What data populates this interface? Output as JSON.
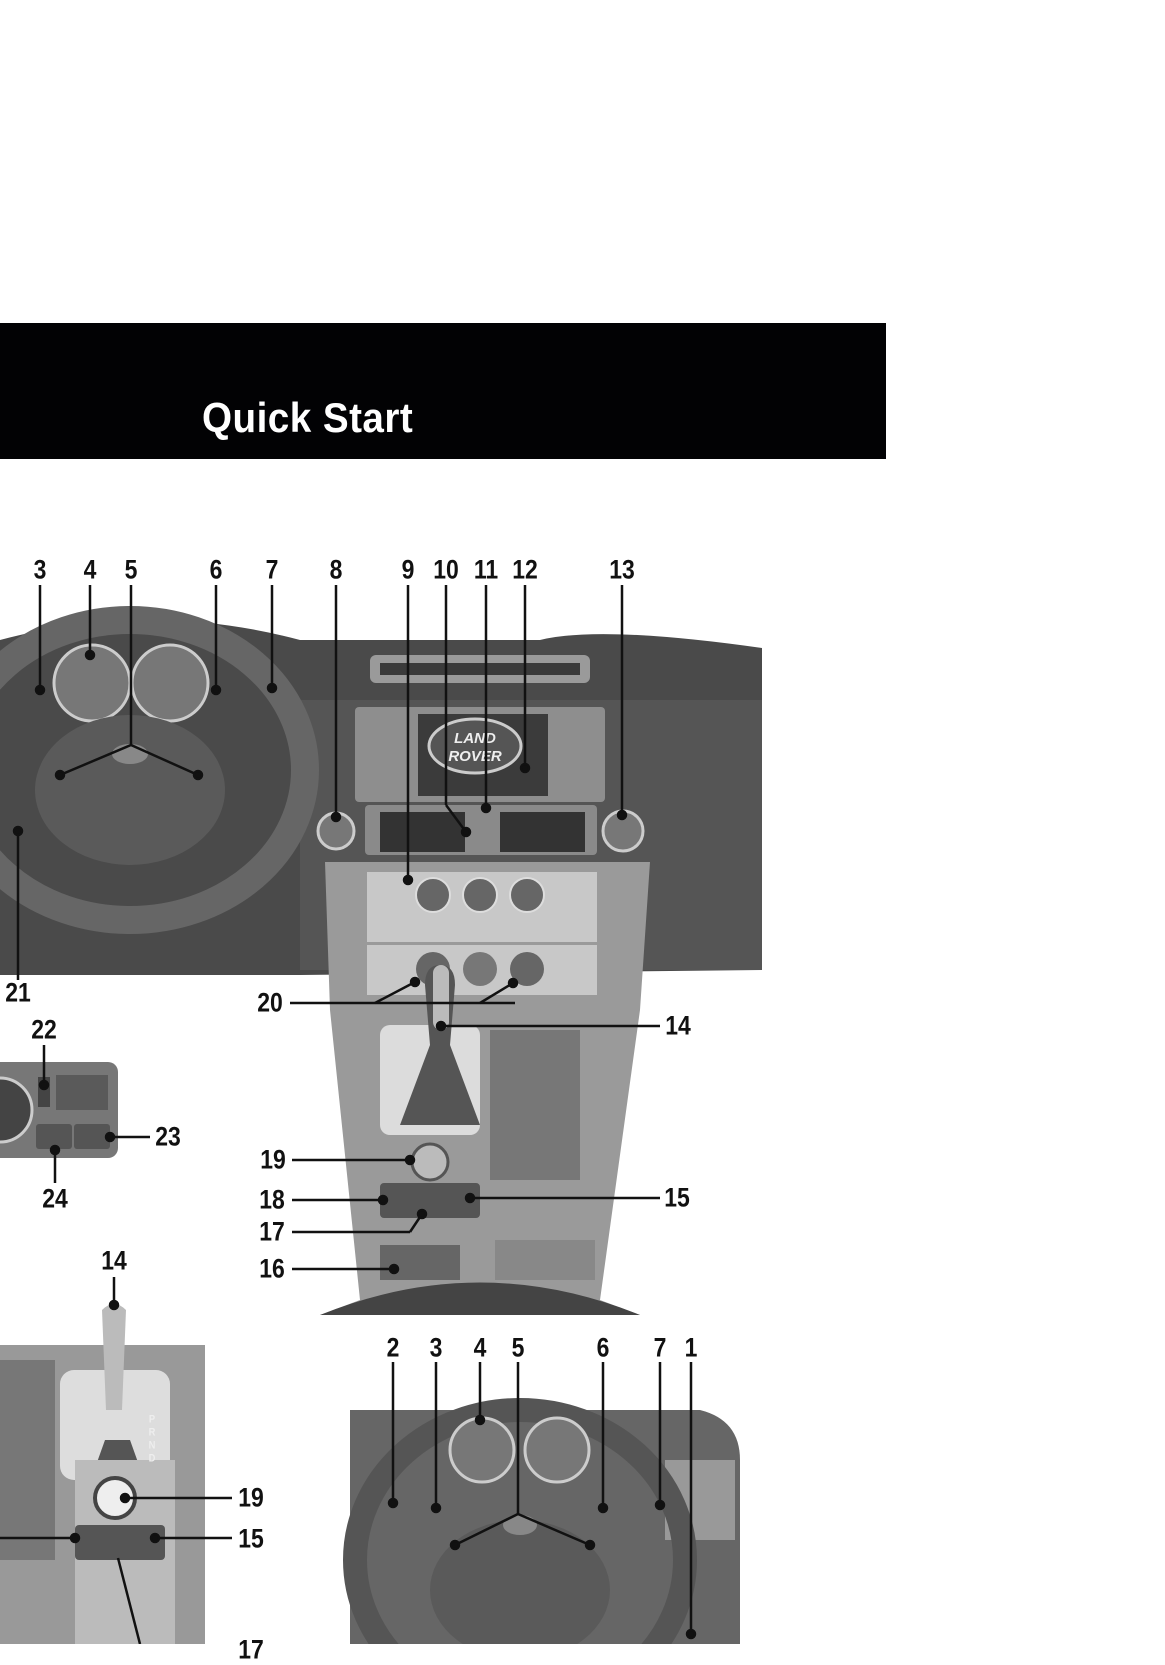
{
  "header": {
    "title": "Quick Start"
  },
  "figure_top": {
    "callouts": {
      "c3": "3",
      "c4": "4",
      "c5": "5",
      "c6": "6",
      "c7": "7",
      "c8": "8",
      "c9": "9",
      "c10": "10",
      "c11": "11",
      "c12": "12",
      "c13": "13",
      "c14": "14",
      "c15": "15",
      "c16": "16",
      "c17": "17",
      "c18": "18",
      "c19": "19",
      "c20": "20",
      "c21": "21"
    },
    "logo_text": "LAND ROVER"
  },
  "figure_lights": {
    "callouts": {
      "c22": "22",
      "c23": "23",
      "c24": "24"
    }
  },
  "figure_gear": {
    "callouts": {
      "c14": "14",
      "c19": "19",
      "c15": "15",
      "c17": "17"
    },
    "gear_positions": [
      "P",
      "R",
      "N",
      "D"
    ]
  },
  "figure_wheel": {
    "callouts": {
      "c2": "2",
      "c3": "3",
      "c4": "4",
      "c5": "5",
      "c6": "6",
      "c7": "7",
      "c1": "1"
    }
  }
}
